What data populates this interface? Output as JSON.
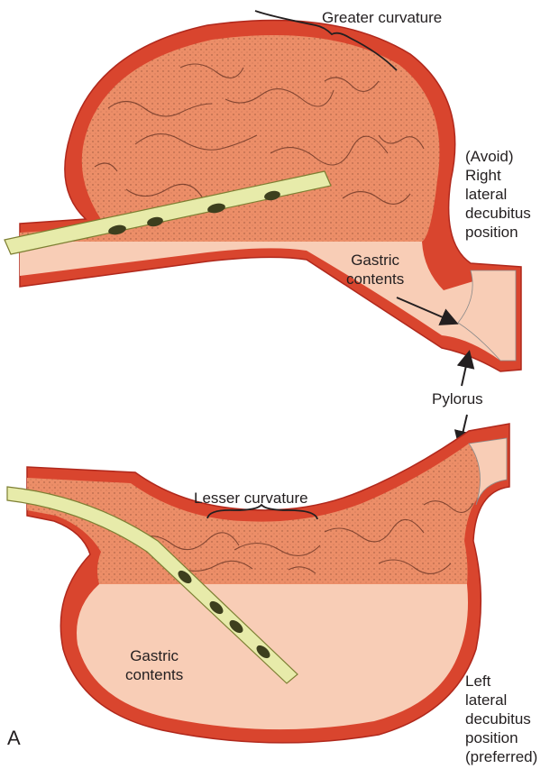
{
  "figure": {
    "panel_letter": "A",
    "colors": {
      "wall": "#d9452e",
      "wall_edge": "#b0281c",
      "mucosa": "#ec8e68",
      "contents": "#f8cdb6",
      "tube": "#e7ebaa",
      "tube_edge": "#7d7f33",
      "tube_mark": "#3d3f1e",
      "ink": "#231f20"
    }
  },
  "top": {
    "greater_curvature": "Greater curvature",
    "position_lines": [
      "(Avoid)",
      "Right",
      "lateral",
      "decubitus",
      "position"
    ],
    "gastric_contents_lines": [
      "Gastric",
      "contents"
    ]
  },
  "middle": {
    "pylorus": "Pylorus"
  },
  "bottom": {
    "lesser_curvature": "Lesser curvature",
    "gastric_contents_lines": [
      "Gastric",
      "contents"
    ],
    "position_lines": [
      "Left",
      "lateral",
      "decubitus",
      "position",
      "(preferred)"
    ]
  }
}
